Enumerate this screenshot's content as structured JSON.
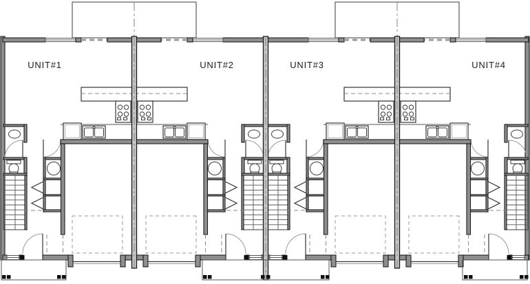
{
  "plan": {
    "units": [
      {
        "label": "UNIT#1"
      },
      {
        "label": "UNIT#2"
      },
      {
        "label": "UNIT#3"
      },
      {
        "label": "UNIT#4"
      }
    ],
    "fixtures_per_unit": [
      "covered-porch",
      "porch-door-opening",
      "front-window",
      "kitchen-peninsula",
      "range-cooktop",
      "double-basin-sink",
      "refrigerator",
      "water-heater-closet",
      "hall-closets",
      "powder-sink-closet",
      "toilet-room",
      "pedestal-sink",
      "staircase",
      "single-car-garage",
      "garage-door",
      "parking-space-outline",
      "entry-door",
      "rear-stoop",
      "stoop-posts"
    ],
    "colors": {
      "background": "#ffffff",
      "wall_fill": "#8f8f8f",
      "party_wall_fill": "#c6c6c6",
      "line": "#1b1b1b",
      "dashed": "#8a8a8a"
    }
  }
}
